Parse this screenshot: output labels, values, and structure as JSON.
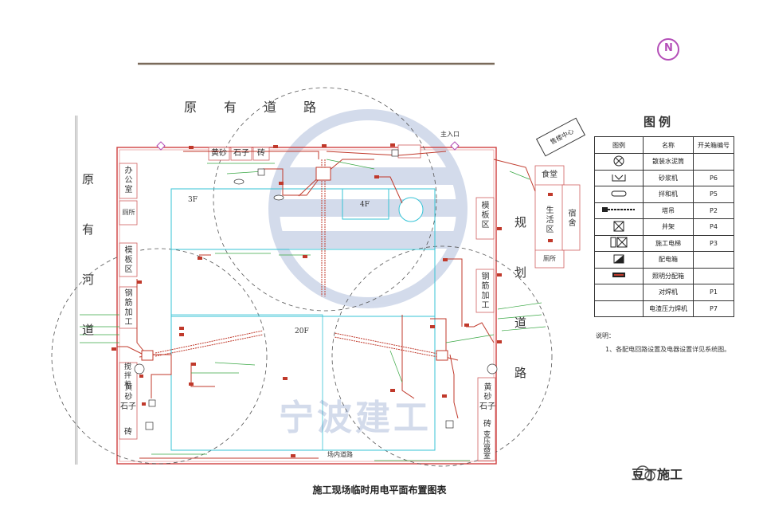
{
  "roads": {
    "top": "原有道路",
    "left": "原有河道",
    "right": "规划道路",
    "inner": "场内道路"
  },
  "gate": "主入口",
  "compass": "N",
  "zones": {
    "office": "办公室",
    "toilet_left": "厕所",
    "form_left": "模板区",
    "rebar_left": "钢筋加工",
    "sand_top": "黄砂",
    "stone_top": "石子",
    "brick_top": "砖",
    "form_right": "模板区",
    "rebar_right": "钢筋加工",
    "canteen": "食堂",
    "living": "生活区",
    "dorm": "宿舍",
    "toilet_right": "厕所",
    "sales": "售楼中心",
    "sand_left": "黄砂",
    "stone_left": "石子",
    "brick_left": "砖",
    "mixer_left": "搅拌机",
    "sand_right": "黄砂",
    "stone_right": "石子",
    "brick_right": "砖",
    "press_right": "变压器室"
  },
  "buildings": {
    "b1": "3F",
    "b2": "4F",
    "b3": "20F"
  },
  "legend": {
    "title": "图例",
    "headers": [
      "图例",
      "名称",
      "开关箱编号"
    ],
    "rows": [
      {
        "icon": "cement-silo-icon",
        "name": "散装水泥筒",
        "code": ""
      },
      {
        "icon": "mortar-mixer-icon",
        "name": "砂浆机",
        "code": "P6"
      },
      {
        "icon": "concrete-mixer-icon",
        "name": "拌和机",
        "code": "P5"
      },
      {
        "icon": "tower-crane-icon",
        "name": "塔吊",
        "code": "P2"
      },
      {
        "icon": "hoist-frame-icon",
        "name": "井架",
        "code": "P4"
      },
      {
        "icon": "construction-elevator-icon",
        "name": "施工电梯",
        "code": "P3"
      },
      {
        "icon": "distribution-box-icon",
        "name": "配电箱",
        "code": ""
      },
      {
        "icon": "lighting-box-icon",
        "name": "照明分配箱",
        "code": ""
      },
      {
        "icon": "",
        "name": "对焊机",
        "code": "P1"
      },
      {
        "icon": "",
        "name": "电渣压力焊机",
        "code": "P7"
      }
    ]
  },
  "note": {
    "title": "说明：",
    "item": "1、各配电回路设置及电器设置详见系统图。"
  },
  "caption": "施工现场临时用电平面布置图表",
  "watermark": "宁波建工",
  "brand": "豆丁施工",
  "colors": {
    "power_line": "#c0392b",
    "building": "#36c3d6",
    "wire_green": "#3aa845",
    "compass": "#b44fb8"
  }
}
